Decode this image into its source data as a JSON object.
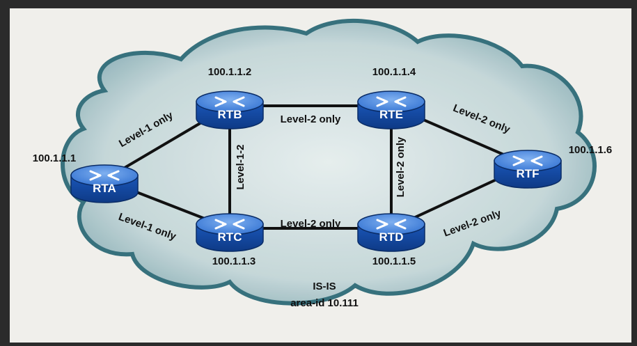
{
  "colors": {
    "cloud_fill": "#c9d9d9",
    "cloud_edge": "#2e6b78",
    "router_body": "#1f5fc4",
    "router_top": "#5b95e8",
    "link": "#111111"
  },
  "routers": [
    {
      "id": "RTA",
      "name": "RTA",
      "ip": "100.1.1.1",
      "icon": "router-icon"
    },
    {
      "id": "RTB",
      "name": "RTB",
      "ip": "100.1.1.2",
      "icon": "router-icon"
    },
    {
      "id": "RTC",
      "name": "RTC",
      "ip": "100.1.1.3",
      "icon": "router-icon"
    },
    {
      "id": "RTD",
      "name": "RTD",
      "ip": "100.1.1.5",
      "icon": "router-icon"
    },
    {
      "id": "RTE",
      "name": "RTE",
      "ip": "100.1.1.4",
      "icon": "router-icon"
    },
    {
      "id": "RTF",
      "name": "RTF",
      "ip": "100.1.1.6",
      "icon": "router-icon"
    }
  ],
  "links": [
    {
      "from": "RTA",
      "to": "RTB",
      "label": "Level-1 only"
    },
    {
      "from": "RTA",
      "to": "RTC",
      "label": "Level-1 only"
    },
    {
      "from": "RTB",
      "to": "RTC",
      "label": "Level-1-2"
    },
    {
      "from": "RTB",
      "to": "RTE",
      "label": "Level-2 only"
    },
    {
      "from": "RTC",
      "to": "RTD",
      "label": "Level-2 only"
    },
    {
      "from": "RTE",
      "to": "RTD",
      "label": "Level-2 only"
    },
    {
      "from": "RTE",
      "to": "RTF",
      "label": "Level-2 only"
    },
    {
      "from": "RTD",
      "to": "RTF",
      "label": "Level-2 only"
    }
  ],
  "domain": {
    "protocol": "IS-IS",
    "area": "area-id 10.111"
  }
}
